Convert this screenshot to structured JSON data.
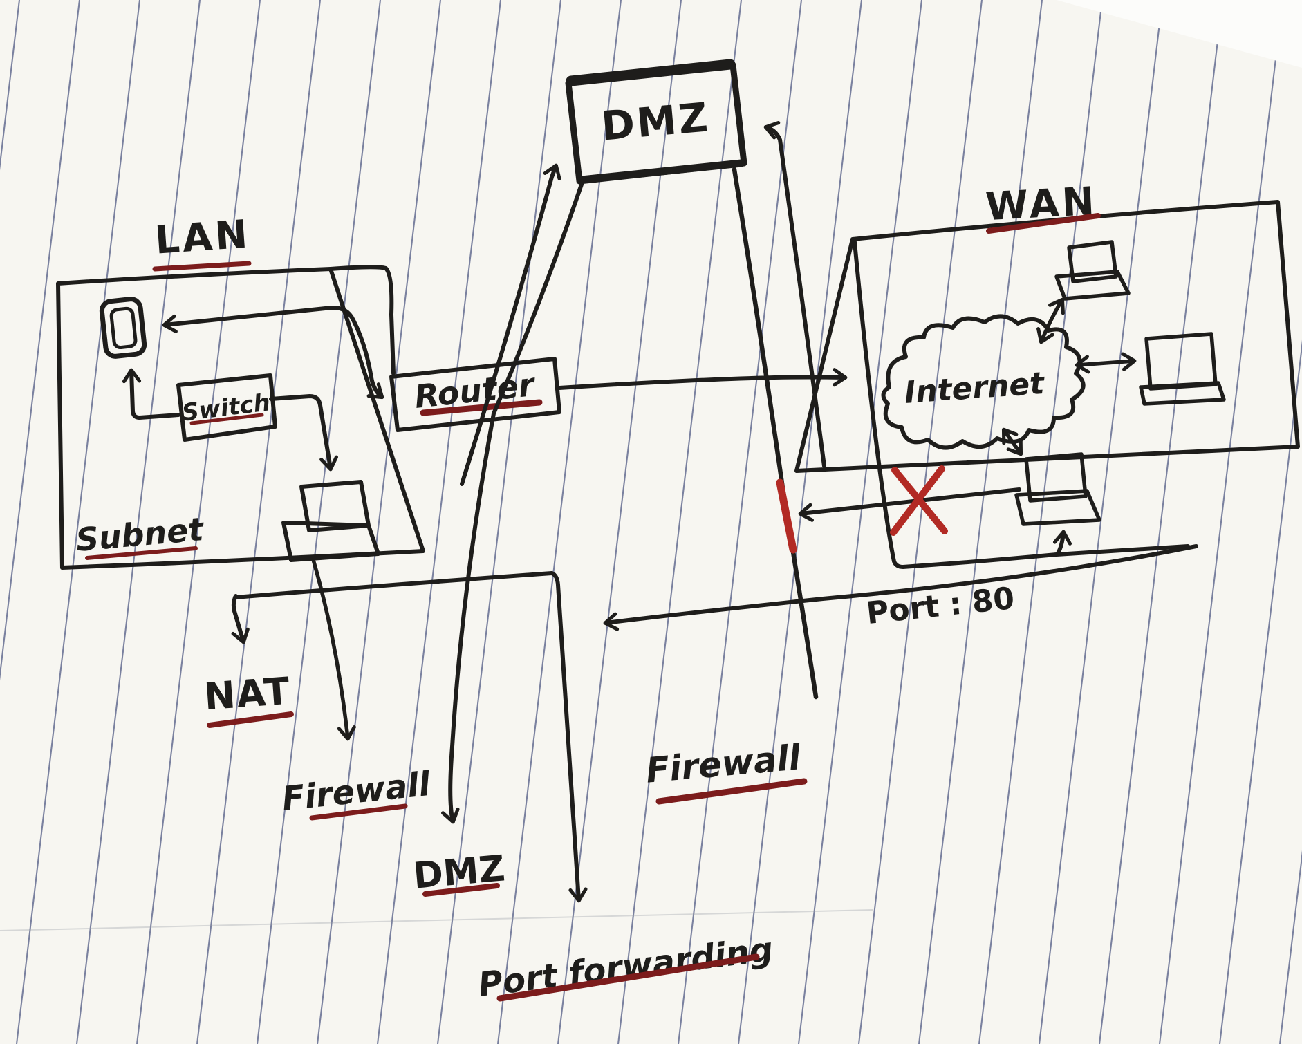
{
  "diagram": {
    "dmz_box": {
      "label": "DMZ"
    },
    "lan": {
      "label": "LAN",
      "switch": "Switch",
      "subnet": "Subnet"
    },
    "router": {
      "label": "Router"
    },
    "wan": {
      "label": "WAN",
      "internet": "Internet"
    },
    "annotations": {
      "port80": "Port : 80",
      "nat": "NAT",
      "firewall_left": "Firewall",
      "firewall_center": "Firewall",
      "dmz_bottom": "DMZ",
      "port_forwarding": "Port forwarding"
    },
    "colors": {
      "ink": "#1e1d1b",
      "underline_red": "#7c1c1c",
      "block_red": "#b22a24",
      "paper": "#f7f6f1",
      "rule_line": "#46507d"
    }
  }
}
